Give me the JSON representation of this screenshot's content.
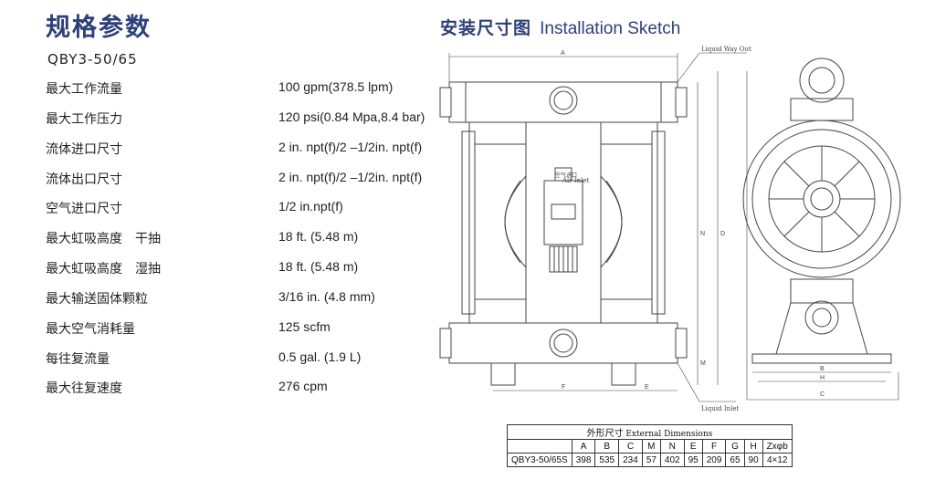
{
  "title": "规格参数",
  "model": "QBY3-50/65",
  "specs": [
    {
      "label": "最大工作流量",
      "value": "100 gpm(378.5 lpm)"
    },
    {
      "label": "最大工作压力",
      "value": "120 psi(0.84 Mpa,8.4 bar)"
    },
    {
      "label": "流体进口尺寸",
      "value": "2 in. npt(f)/2 –1/2in. npt(f)"
    },
    {
      "label": "流体出口尺寸",
      "value": "2 in. npt(f)/2 –1/2in. npt(f)"
    },
    {
      "label": "空气进口尺寸",
      "value": "1/2 in.npt(f)"
    },
    {
      "label": "最大虹吸高度　干抽",
      "value": "18 ft. (5.48 m)"
    },
    {
      "label": "最大虹吸高度　湿抽",
      "value": "18 ft. (5.48 m)"
    },
    {
      "label": "最大输送固体颗粒",
      "value": "3/16 in. (4.8 mm)"
    },
    {
      "label": "最大空气消耗量",
      "value": "125 scfm"
    },
    {
      "label": "每往复流量",
      "value": "0.5 gal. (1.9 L)"
    },
    {
      "label": "最大往复速度",
      "value": "276 cpm"
    }
  ],
  "sketch": {
    "title_zh": "安装尺寸图",
    "title_en": "Installation Sketch",
    "labels": {
      "liquid_out": "Liquid Way Out",
      "air_inlet": "Air Inlet",
      "liquid_inlet": "Liquid Inlet",
      "air_inlet_zh": "空气进口",
      "dim_a": "A",
      "dim_b": "B",
      "dim_c": "C",
      "dim_d": "D",
      "dim_e": "E",
      "dim_f": "F",
      "dim_h": "H",
      "dim_m": "M",
      "dim_n": "N"
    }
  },
  "dims_table": {
    "caption_zh": "外形尺寸",
    "caption_en": "External Dimensions",
    "headers": [
      "",
      "A",
      "B",
      "C",
      "M",
      "N",
      "E",
      "F",
      "G",
      "H",
      "Zxφb"
    ],
    "row": [
      "QBY3-50/65S",
      "398",
      "535",
      "234",
      "57",
      "402",
      "95",
      "209",
      "65",
      "90",
      "4×12"
    ]
  },
  "colors": {
    "title": "#2d3f7a",
    "line": "#444444"
  }
}
